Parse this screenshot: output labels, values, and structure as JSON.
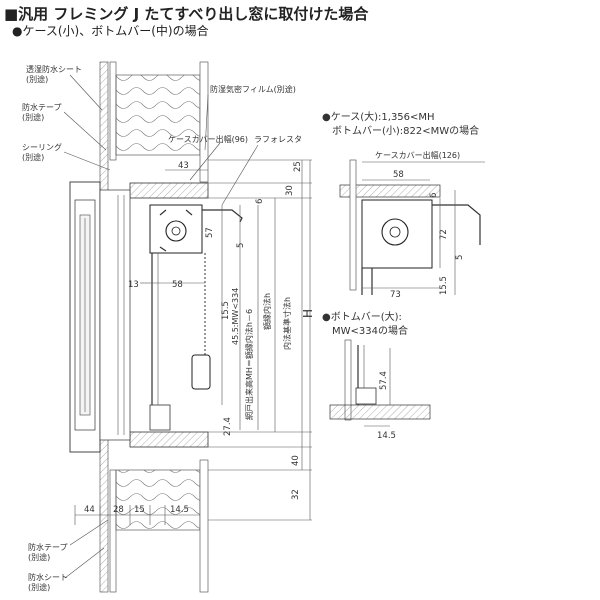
{
  "header": {
    "title": "■汎用 フレミング J たてすべり出し窓に取付けた場合",
    "subtitle": "●ケース(小)、ボトムバー(中)の場合"
  },
  "labels": {
    "moisture_sheet": "透湿防水シート",
    "moisture_sheet_sep": "(別途)",
    "waterproof_tape": "防水テープ",
    "waterproof_tape_sep": "(別途)",
    "sealing": "シーリング",
    "sealing_sep": "(別途)",
    "vapor_film": "防湿気密フィルム(別途)",
    "case_cover_width": "ケースカバー出幅(96)",
    "laforesta": "ラフォレスタ",
    "bottom_tape": "防水テープ",
    "bottom_tape_sep": "(別途)",
    "bottom_sheet": "防水シート",
    "bottom_sheet_sep": "(別途)",
    "vt1": "網戸出来高MH＝額縁内法h－6",
    "vt2": "45.5:MW<334",
    "vt3": "額縁内法h",
    "vt4": "内法基準寸法h",
    "big_h": "H"
  },
  "dims": {
    "d43": "43",
    "d25": "25",
    "d30": "30",
    "d6": "6",
    "d57": "57",
    "d5": "5",
    "d13": "13",
    "d58": "58",
    "d15_5": "15.5",
    "d27_4": "27.4",
    "d40": "40",
    "d32": "32",
    "d44": "44",
    "d28": "28",
    "d15": "15",
    "d14_5": "14.5"
  },
  "right_top": {
    "title1": "●ケース(大):1,356<MH",
    "title2": "ボトムバー(小):822<MWの場合",
    "cover": "ケースカバー出幅(126)",
    "d58": "58",
    "d6": "6",
    "d72": "72",
    "d5": "5",
    "d15_5": "15.5",
    "d73": "73"
  },
  "right_bottom": {
    "title1": "●ボトムバー(大):",
    "title2": "MW<334の場合",
    "d57_4": "57.4",
    "d14_5": "14.5"
  }
}
